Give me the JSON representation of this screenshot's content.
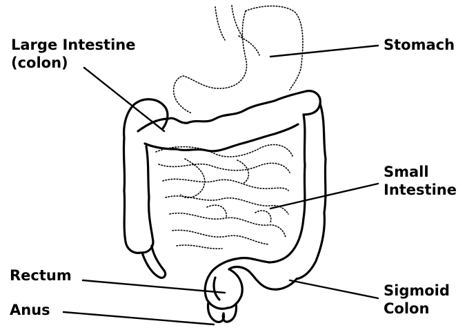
{
  "diagram": {
    "labels": {
      "large_intestine": [
        "Large Intestine",
        "(colon)"
      ],
      "stomach": "Stomach",
      "small_intestine": [
        "Small",
        "Intestine"
      ],
      "rectum": "Rectum",
      "sigmoid_colon": [
        "Sigmoid",
        "Colon"
      ],
      "anus": "Anus"
    },
    "colors": {
      "ink": "#000000",
      "background": "#ffffff"
    }
  }
}
